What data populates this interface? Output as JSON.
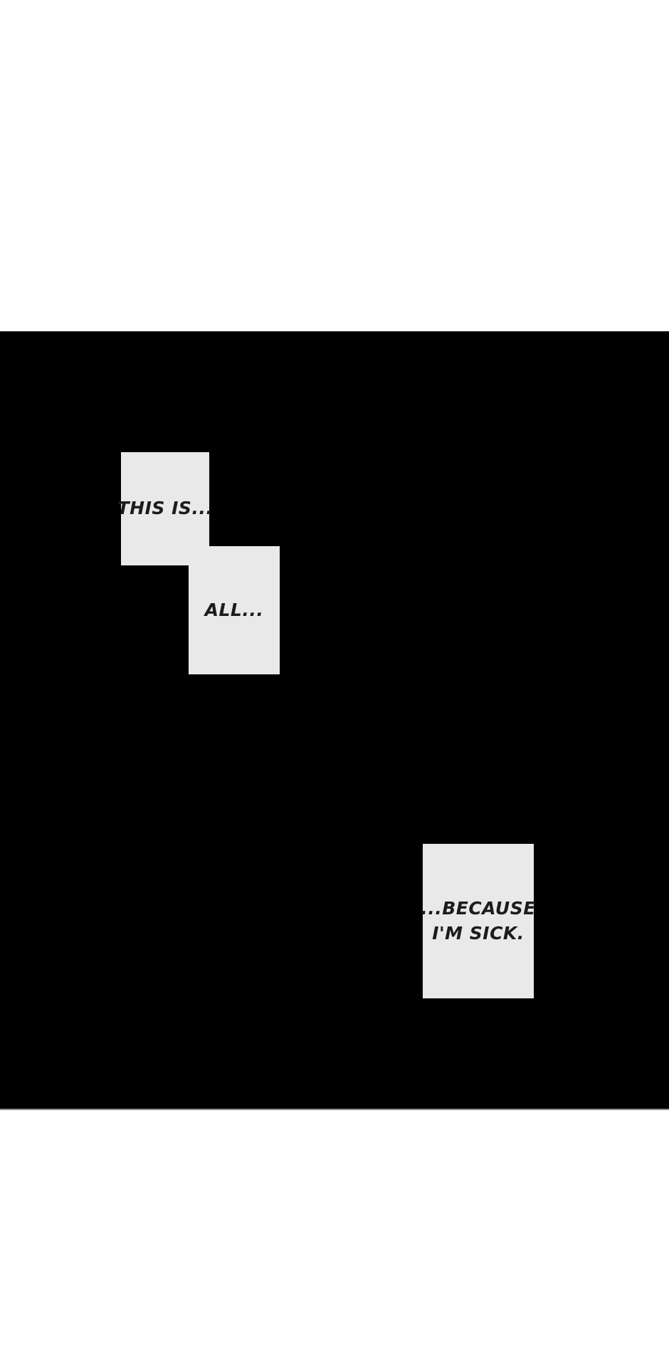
{
  "page": {
    "background_color": "#ffffff",
    "panel_color": "#000000",
    "caption_fill_color": "#e9e9e9",
    "caption_text_color": "#1c1c1c"
  },
  "panel": {
    "boxes": [
      {
        "name": "caption-this-is",
        "lines": [
          "THIS IS..."
        ]
      },
      {
        "name": "caption-all",
        "lines": [
          "ALL..."
        ]
      },
      {
        "name": "caption-because",
        "lines": [
          "...BECAUSE",
          "I'M SICK."
        ]
      }
    ]
  }
}
